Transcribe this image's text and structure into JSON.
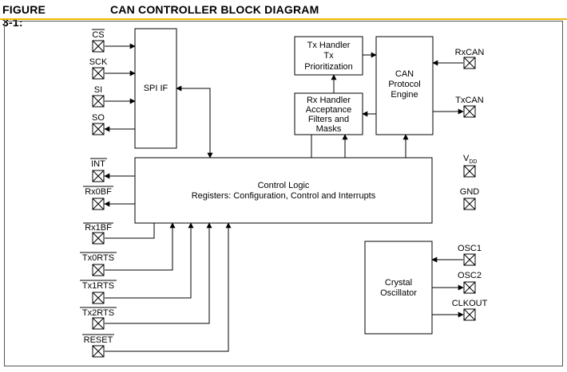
{
  "figure": {
    "number": "FIGURE 3-1:",
    "title": "CAN CONTROLLER BLOCK DIAGRAM"
  },
  "blocks": {
    "spi_if": "SPI IF",
    "tx_handler": [
      "Tx Handler",
      "Tx",
      "Prioritization"
    ],
    "rx_handler": [
      "Rx Handler",
      "Acceptance",
      "Filters and",
      "Masks"
    ],
    "can_engine": [
      "CAN",
      "Protocol",
      "Engine"
    ],
    "control_logic": [
      "Control Logic",
      "Registers: Configuration, Control and Interrupts"
    ],
    "crystal_osc": [
      "Crystal",
      "Oscillator"
    ]
  },
  "pins": {
    "cs": "CS",
    "sck": "SCK",
    "si": "SI",
    "so": "SO",
    "int": "INT",
    "rx0bf": "Rx0BF",
    "rx1bf": "Rx1BF",
    "tx0rts": "Tx0RTS",
    "tx1rts": "Tx1RTS",
    "tx2rts": "Tx2RTS",
    "reset": "RESET",
    "rxcan": "RxCAN",
    "txcan": "TxCAN",
    "vdd": "V",
    "vdd_sub": "DD",
    "gnd": "GND",
    "osc1": "OSC1",
    "osc2": "OSC2",
    "clkout": "CLKOUT"
  }
}
